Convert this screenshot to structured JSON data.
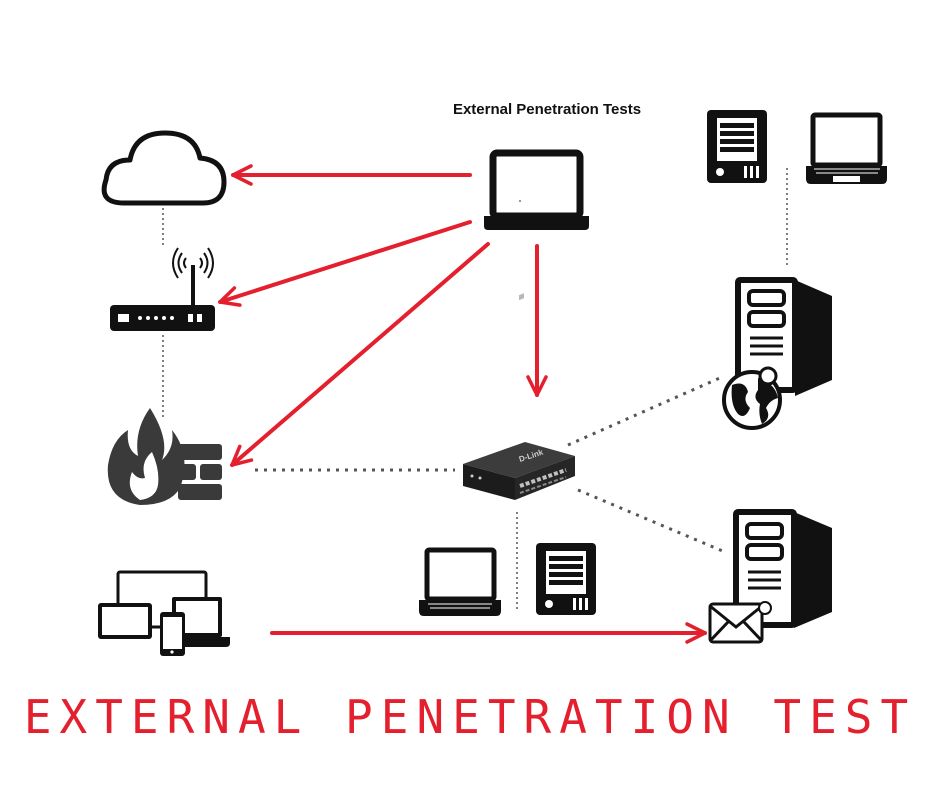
{
  "diagram": {
    "attacker_label": "External Penetration Tests",
    "title": "EXTERNAL PENETRATION TEST",
    "switch_brand": "D-Link"
  },
  "colors": {
    "arrow": "#e4202e",
    "title": "#e4202e",
    "icon": "#111111",
    "flame": "#3a3a3a",
    "link": "#555555"
  },
  "nodes": [
    {
      "id": "attacker-laptop",
      "icon": "laptop-icon"
    },
    {
      "id": "cloud",
      "icon": "cloud-icon"
    },
    {
      "id": "router",
      "icon": "wifi-router-icon"
    },
    {
      "id": "firewall",
      "icon": "firewall-icon"
    },
    {
      "id": "switch",
      "icon": "network-switch-icon"
    },
    {
      "id": "web-server",
      "icon": "web-server-icon"
    },
    {
      "id": "mail-server",
      "icon": "mail-server-icon"
    },
    {
      "id": "end-devices",
      "icon": "devices-icon"
    }
  ]
}
